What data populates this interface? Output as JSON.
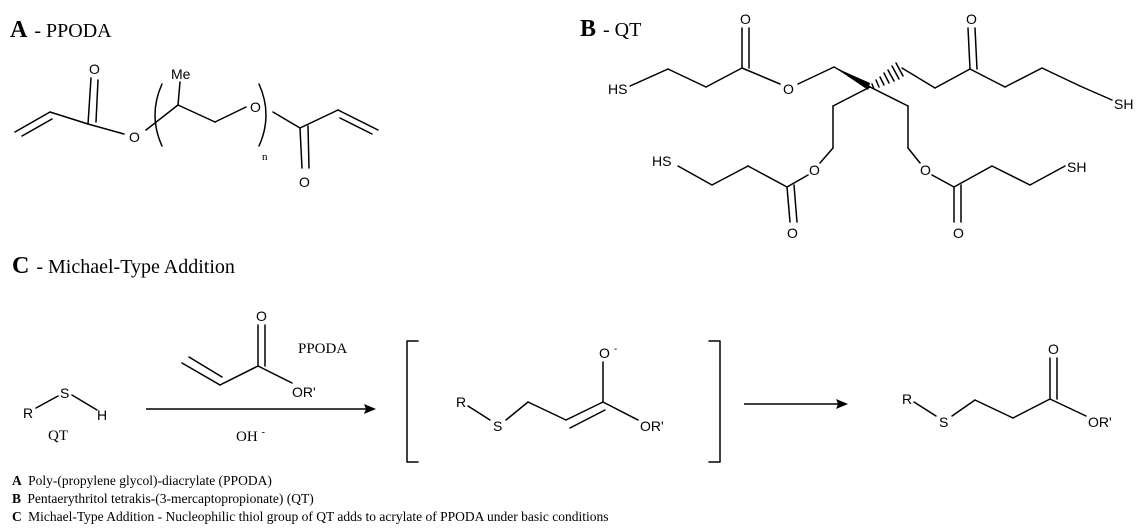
{
  "panels": {
    "a": {
      "letter": "A",
      "name": "- PPODA"
    },
    "b": {
      "letter": "B",
      "name": "- QT"
    },
    "c": {
      "letter": "C",
      "name": "- Michael-Type Addition"
    }
  },
  "structure_a": {
    "atoms": {
      "o_carbonyl_1": "O",
      "methyl": "Me",
      "o_ether_1": "O",
      "o_ether_2": "O",
      "o_carbonyl_2": "O"
    },
    "repeat_subscript": "n"
  },
  "structure_b": {
    "atoms": {
      "sh_left": "HS",
      "o_top_carbonyl_1": "O",
      "o_top_ester": "O",
      "o_top_carbonyl_2": "O",
      "sh_right": "SH",
      "sh_bottom_left": "HS",
      "o_bottom_ester_1": "O",
      "o_bottom_carbonyl_1": "O",
      "o_bottom_ester_2": "O",
      "o_bottom_carbonyl_2": "O",
      "sh_bottom_right": "SH"
    }
  },
  "reaction": {
    "thiol": {
      "r": "R",
      "s": "S",
      "h": "H",
      "label": "QT"
    },
    "reagent": {
      "o": "O",
      "label": "PPODA",
      "or_group": "OR'",
      "condition": "OH",
      "condition_charge": "-"
    },
    "intermediate": {
      "r": "R",
      "s": "S",
      "o_minus": "O",
      "o_charge": "-",
      "or_group": "OR'"
    },
    "product": {
      "r": "R",
      "s": "S",
      "o": "O",
      "or_group": "OR'"
    }
  },
  "captions": [
    {
      "letter": "A",
      "text": "Poly-(propylene glycol)-diacrylate (PPODA)"
    },
    {
      "letter": "B",
      "text": "Pentaerythritol tetrakis-(3-mercaptopropionate) (QT)"
    },
    {
      "letter": "C",
      "text": "Michael-Type Addition - Nucleophilic thiol group of QT adds to acrylate of PPODA under basic conditions"
    }
  ]
}
